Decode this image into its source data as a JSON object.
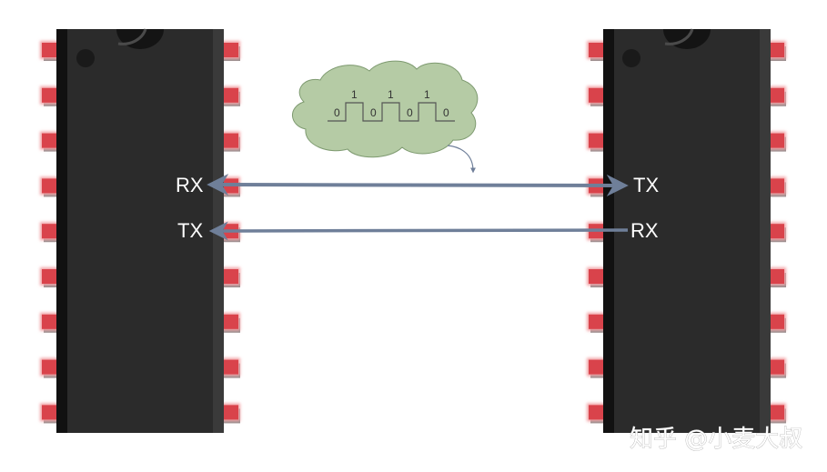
{
  "left_chip": {
    "rx_label": "RX",
    "tx_label": "TX",
    "pins_per_side": 9
  },
  "right_chip": {
    "tx_label": "TX",
    "rx_label": "RX",
    "pins_per_side": 9
  },
  "signal_cloud": {
    "bits": [
      "0",
      "1",
      "0",
      "1",
      "0",
      "1",
      "0"
    ]
  },
  "watermark": "知乎 @小麦大叔",
  "colors": {
    "chip_body": "#2b2b2b",
    "chip_edge": "#0d0d0d",
    "pin_fill": "#d9434b",
    "pin_glow": "#f2a3a6",
    "pin_shadow": "#8c8c8c",
    "wire": "#6f7f99",
    "cloud_fill": "#b5cba5",
    "cloud_stroke": "#7e9a70",
    "background": "#ffffff"
  }
}
